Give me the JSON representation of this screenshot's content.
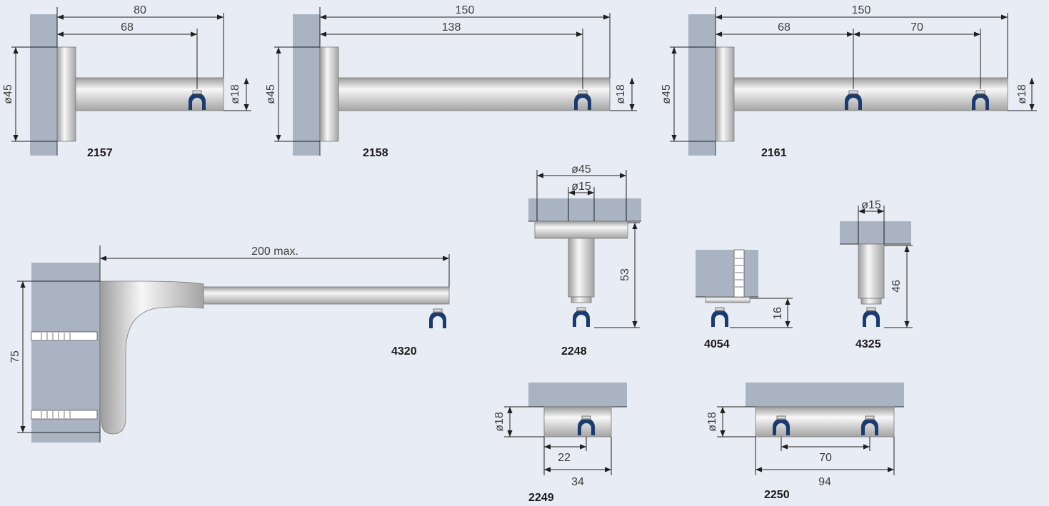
{
  "colors": {
    "background": "#e8edf5",
    "wall": "#a9b3c1",
    "metal_light": "#f6f6f6",
    "metal_dark": "#9a9a9a",
    "glider_blue": "#1a3a70",
    "dimension_line": "#1f1f1f"
  },
  "icons": [
    "glider-icon",
    "wall-plug-icon"
  ],
  "parts": {
    "p2157": {
      "code": "2157",
      "length": "80",
      "position": "68",
      "plate_dia": "ø45",
      "rod_dia": "ø18"
    },
    "p2158": {
      "code": "2158",
      "length": "150",
      "position": "138",
      "plate_dia": "ø45",
      "rod_dia": "ø18"
    },
    "p2161": {
      "code": "2161",
      "length": "150",
      "position1": "68",
      "position2": "70",
      "plate_dia": "ø45",
      "rod_dia": "ø18"
    },
    "p4320": {
      "code": "4320",
      "length": "200 max.",
      "height": "75"
    },
    "p2248": {
      "code": "2248",
      "plate_dia": "ø45",
      "stem_dia": "ø15",
      "height": "53"
    },
    "p4054": {
      "code": "4054",
      "height": "16"
    },
    "p4325": {
      "code": "4325",
      "stem_dia": "ø15",
      "height": "46"
    },
    "p2249": {
      "code": "2249",
      "height": "ø18",
      "position": "22",
      "width": "34"
    },
    "p2250": {
      "code": "2250",
      "height": "ø18",
      "spacing": "70",
      "width": "94"
    }
  }
}
